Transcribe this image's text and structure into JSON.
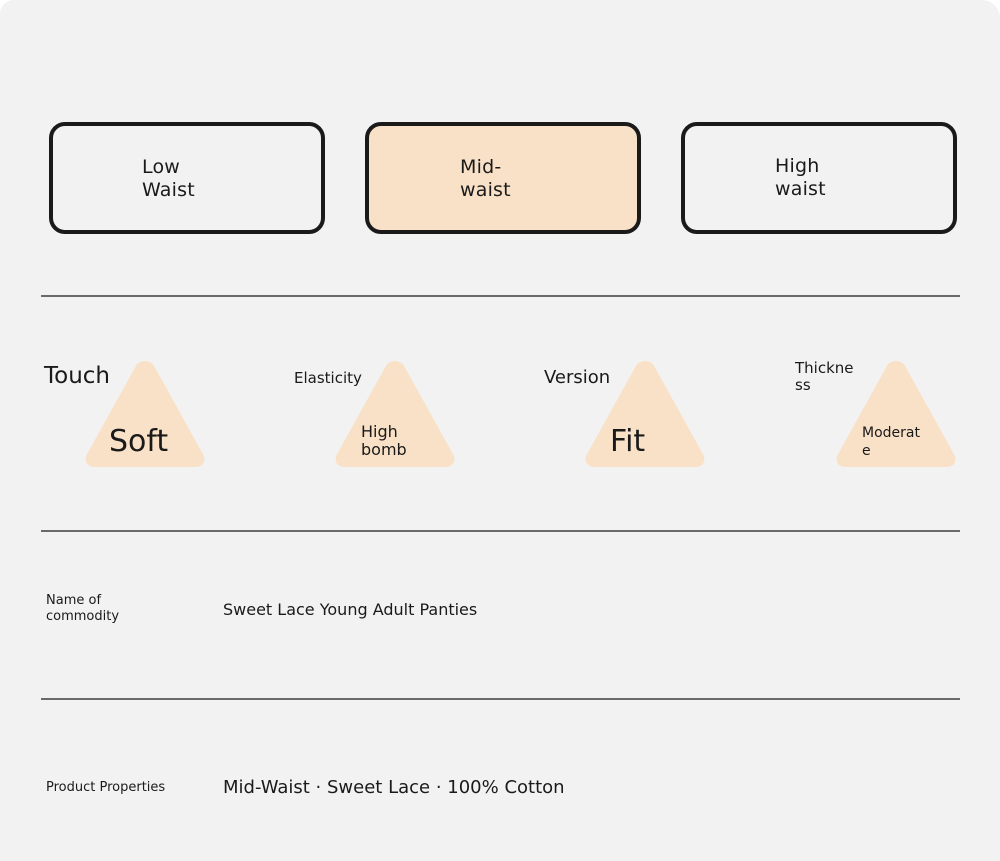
{
  "waist_options": [
    {
      "label": "Low Waist",
      "selected": false
    },
    {
      "label": "Mid-waist",
      "selected": true
    },
    {
      "label": "High waist",
      "selected": false
    }
  ],
  "attributes": [
    {
      "title": "Touch",
      "value": "Soft"
    },
    {
      "title": "Elasticity",
      "value": "High bomb"
    },
    {
      "title": "Version",
      "value": "Fit"
    },
    {
      "title": "Thickness",
      "value": "Moderate"
    }
  ],
  "details": [
    {
      "label": "Name of commodity",
      "value": "Sweet Lace Young Adult Panties"
    },
    {
      "label": "Product Properties",
      "value": "Mid-Waist · Sweet Lace · 100% Cotton"
    }
  ],
  "colors": {
    "background": "#f2f2f2",
    "accent": "#f9e1c7",
    "border": "#1a1a1a",
    "divider": "#6a6a6a"
  }
}
